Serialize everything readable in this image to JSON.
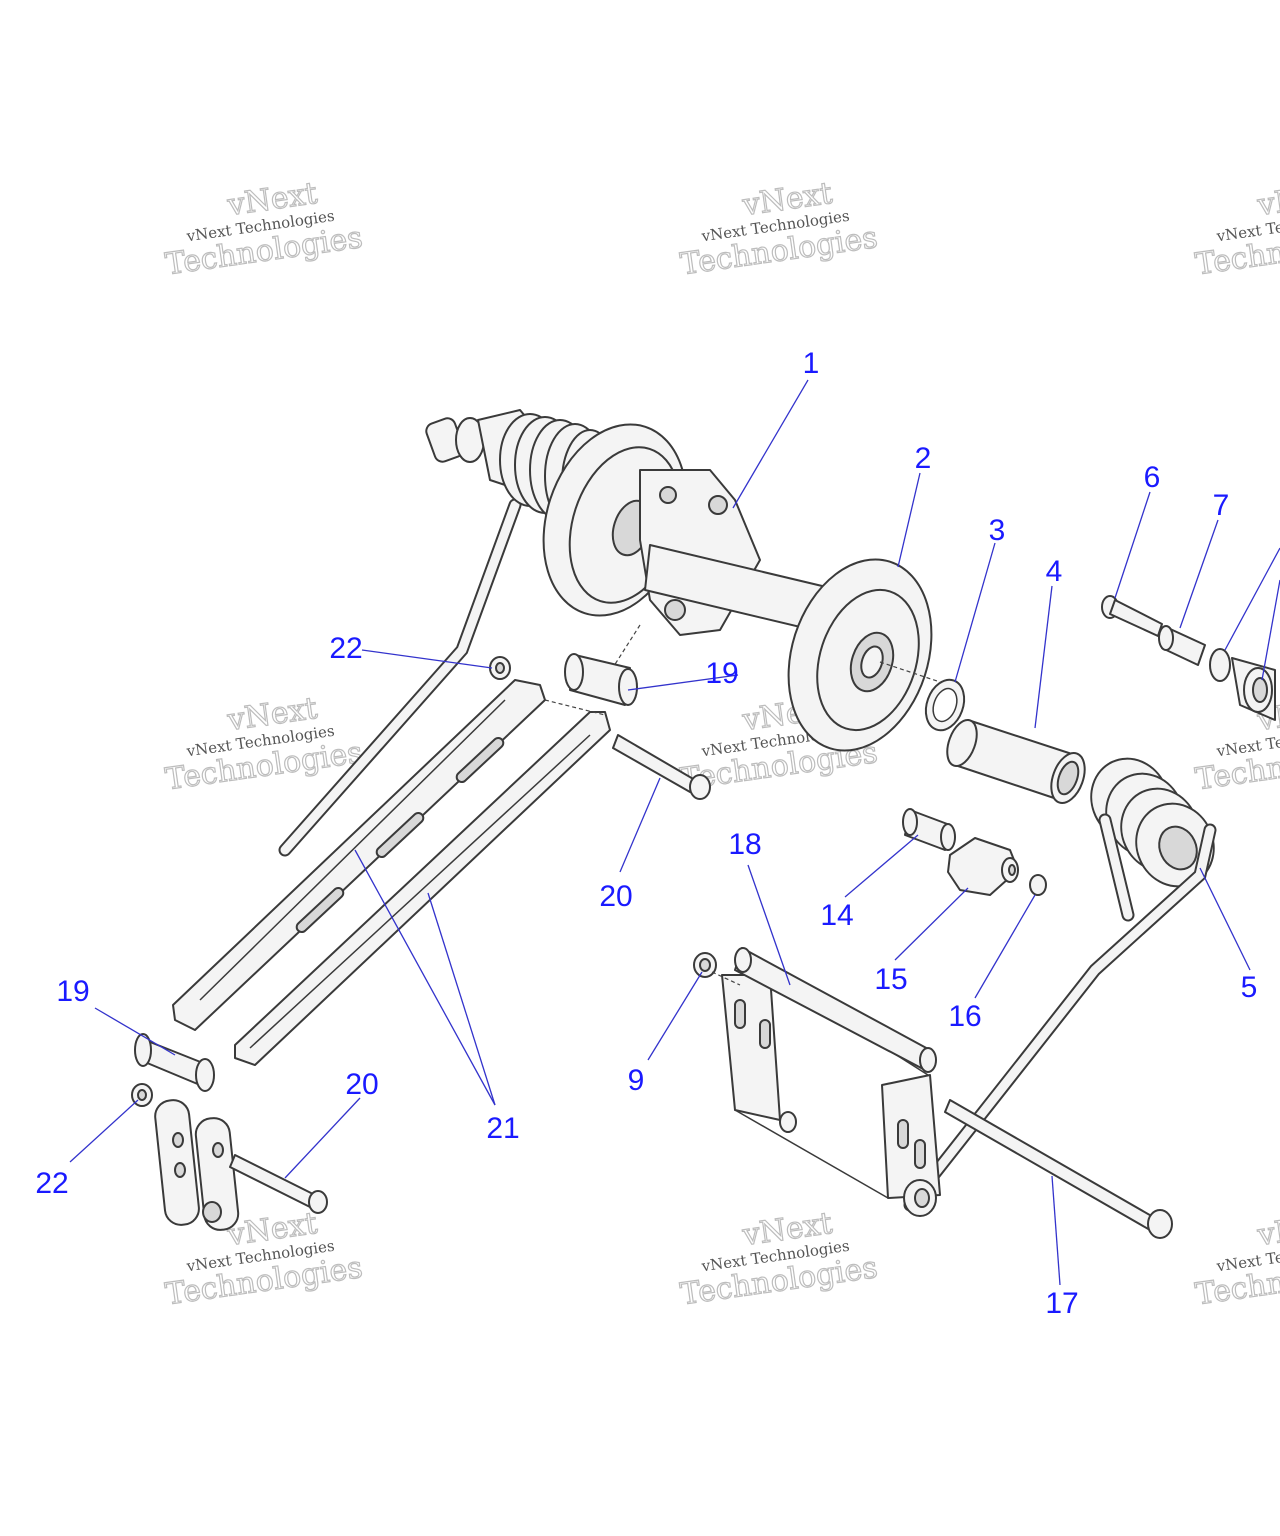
{
  "watermark": {
    "line1": "vNext Technologies",
    "line2": "Technologies",
    "line3": "vNext"
  },
  "callouts": [
    {
      "id": "c1",
      "text": "1"
    },
    {
      "id": "c2",
      "text": "2"
    },
    {
      "id": "c3",
      "text": "3"
    },
    {
      "id": "c4",
      "text": "4"
    },
    {
      "id": "c5",
      "text": "5"
    },
    {
      "id": "c6",
      "text": "6"
    },
    {
      "id": "c7",
      "text": "7"
    },
    {
      "id": "c9",
      "text": "9"
    },
    {
      "id": "c14",
      "text": "14"
    },
    {
      "id": "c15",
      "text": "15"
    },
    {
      "id": "c16",
      "text": "16"
    },
    {
      "id": "c17",
      "text": "17"
    },
    {
      "id": "c18",
      "text": "18"
    },
    {
      "id": "c19a",
      "text": "19"
    },
    {
      "id": "c19b",
      "text": "19"
    },
    {
      "id": "c20a",
      "text": "20"
    },
    {
      "id": "c20b",
      "text": "20"
    },
    {
      "id": "c21",
      "text": "21"
    },
    {
      "id": "c22a",
      "text": "22"
    },
    {
      "id": "c22b",
      "text": "22"
    }
  ]
}
